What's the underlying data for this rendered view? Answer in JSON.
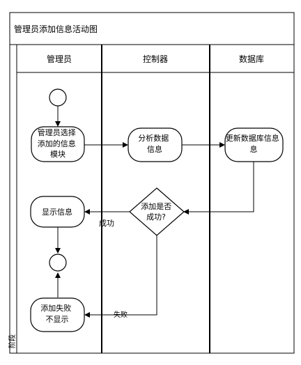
{
  "title": "管理员添加信息活动图",
  "stage_label": "阶段",
  "lanes": [
    "管理员",
    "控制器",
    "数据库"
  ],
  "nodes": {
    "select_module": [
      "管理员选择",
      "添加的信息",
      "模块"
    ],
    "analyze": [
      "分析数据",
      "信息"
    ],
    "update_db": [
      "更新数据库信息",
      "息"
    ],
    "decision": [
      "添加是否",
      "成功?"
    ],
    "show_info": [
      "显示信息"
    ],
    "fail_hide": [
      "添加失败",
      "不显示"
    ]
  },
  "edge_labels": {
    "success": "成功",
    "fail": "失败"
  }
}
